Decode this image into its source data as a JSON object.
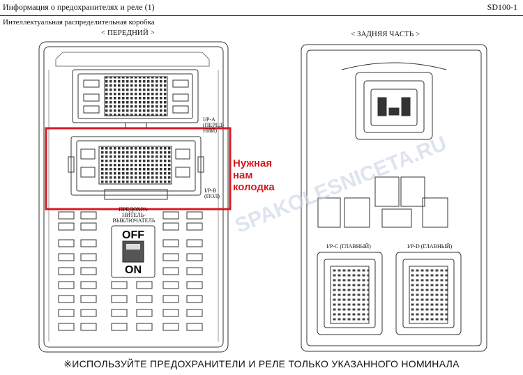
{
  "header": {
    "title": "Информация о предохранителях и реле (1)",
    "code": "SD100-1"
  },
  "subtitle": "Интеллектуальная распределительная коробка",
  "views": {
    "front": "< ПЕРЕДНИЙ >",
    "rear": "< ЗАДНЯЯ ЧАСТЬ >"
  },
  "connectors": {
    "ipa_line1": "I/P-A",
    "ipa_line2": "(ПЕРЕД-",
    "ipa_line3": "НИЙ)",
    "ipb_line1": "I/P-B",
    "ipb_line2": "(ПОЛ)",
    "ipc": "I/P-C (ГЛАВНЫЙ)",
    "ipd": "I/P-D (ГЛАВНЫЙ)"
  },
  "switch": {
    "label_line1": "ПРЕДОХРА-",
    "label_line2": "НИТЕЛЬ-",
    "label_line3": "ВЫКЛЮЧАТЕЛЬ",
    "off": "OFF",
    "on": "ON"
  },
  "callout": {
    "line1": "Нужная",
    "line2": "нам",
    "line3": "колодка",
    "color": "#d71920"
  },
  "watermark": "SPAKOLESNICETA.RU",
  "footer": "※ИСПОЛЬЗУЙТЕ ПРЕДОХРАНИТЕЛИ И РЕЛЕ ТОЛЬКО УКАЗАННОГО НОМИНАЛА"
}
